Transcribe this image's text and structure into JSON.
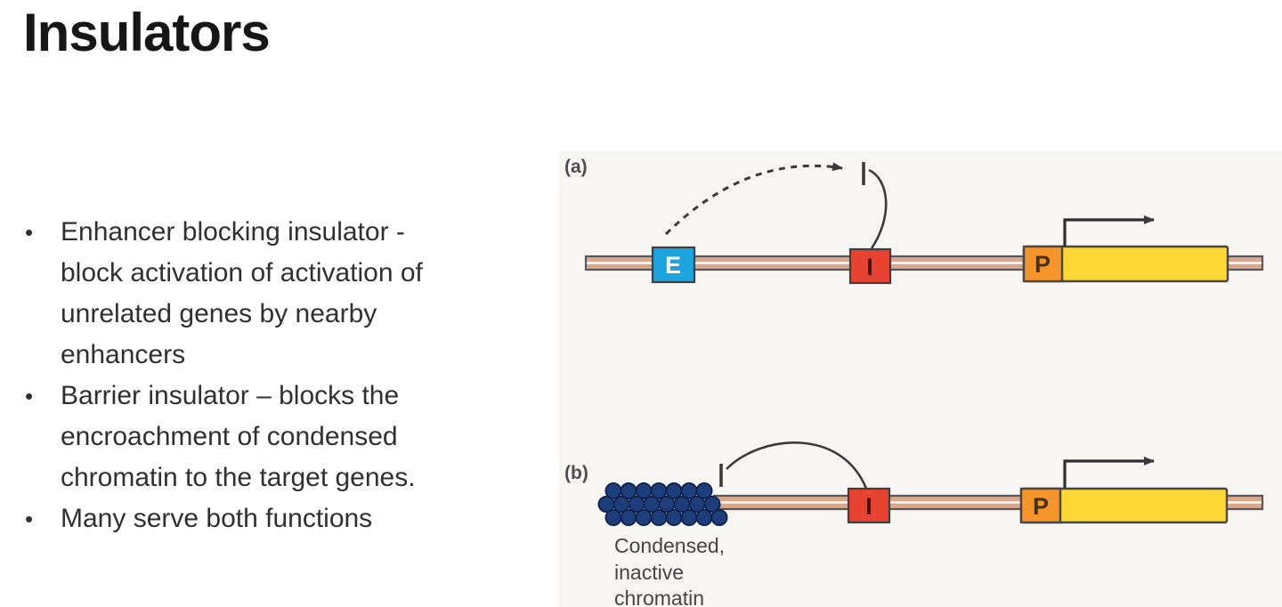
{
  "slide": {
    "title": "Insulators",
    "bullet_glyph": "•",
    "bullets": [
      {
        "lines": [
          "Enhancer blocking insulator -",
          "block activation of activation of",
          "unrelated genes by nearby",
          "enhancers"
        ]
      },
      {
        "lines": [
          "Barrier insulator – blocks the",
          "encroachment of condensed",
          "chromatin to the target genes."
        ]
      },
      {
        "lines": [
          "Many serve both functions"
        ]
      }
    ]
  },
  "diagram": {
    "panels": {
      "a": "(a)",
      "b": "(b)"
    },
    "boxes": {
      "enhancer": "E",
      "insulator": "I",
      "promoter": "P"
    },
    "caption": {
      "line1": "Condensed,",
      "line2": "inactive",
      "line3": "chromatin"
    },
    "colors": {
      "background": "#f7f6f2",
      "enhancer_box": "#1ca4de",
      "insulator_box": "#e84330",
      "promoter_box": "#f7952d",
      "gene_box": "#fcd733",
      "dna_strand": "#d9a88a",
      "chromatin": "#1d3e7d"
    }
  }
}
